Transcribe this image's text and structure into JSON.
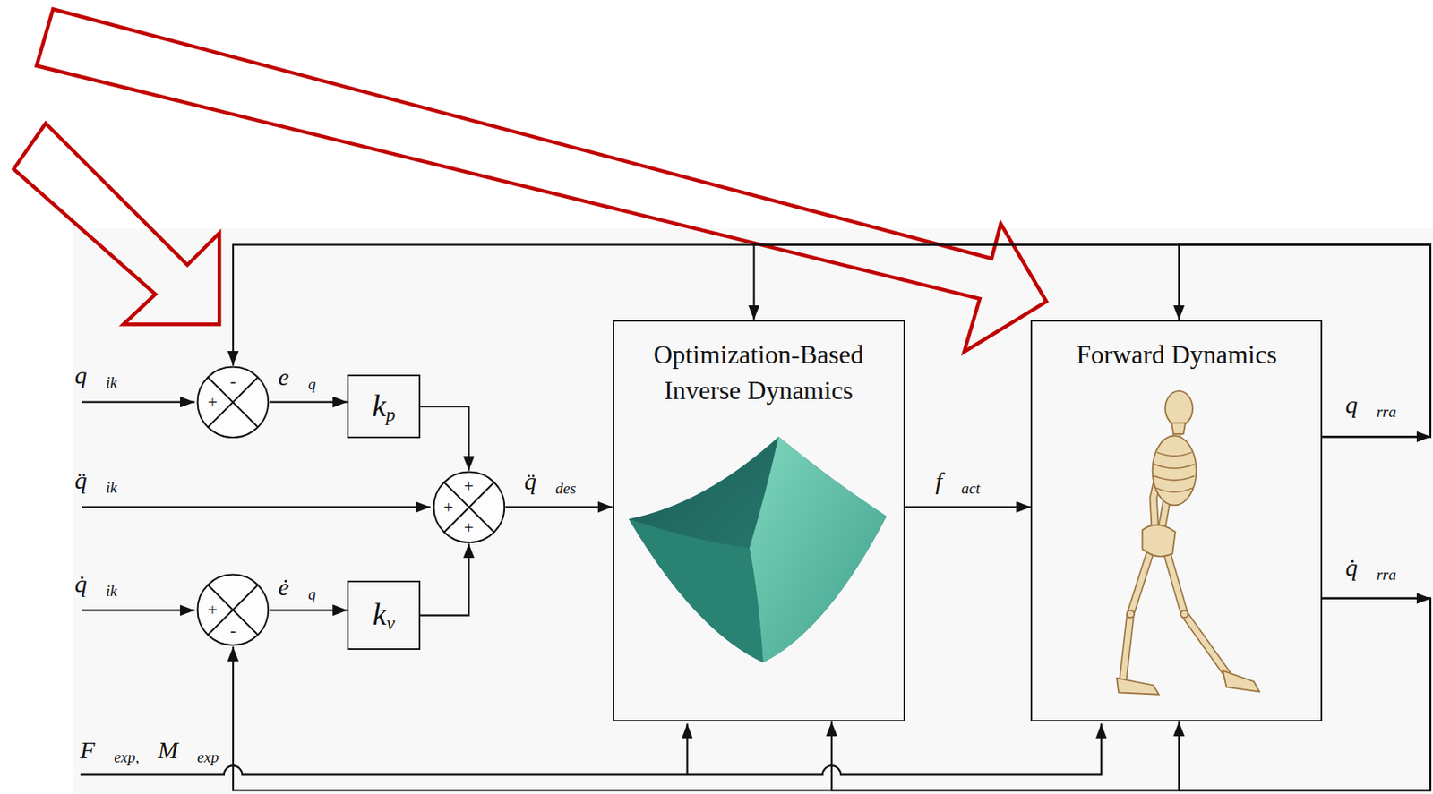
{
  "diagram": {
    "nodes": [
      {
        "text": [
          "-",
          "+"
        ]
      },
      {
        "text": [
          "kp"
        ]
      },
      {
        "text": [
          "+",
          "+",
          "+"
        ]
      },
      {
        "text": [
          "Optimization-Based Inverse Dynamics"
        ]
      },
      {
        "text": [
          "Forward Dynamics"
        ]
      },
      {
        "text": [
          "+",
          "-"
        ]
      },
      {
        "text": [
          "kv"
        ]
      }
    ],
    "edges": [
      {
        "from": 0,
        "to": 1,
        "arrow": "to",
        "label": "e⃗q"
      },
      {
        "from": 1,
        "to": 2,
        "arrow": "to"
      },
      {
        "from": 2,
        "to": 3,
        "arrow": "to",
        "label": "q̈⃗des"
      },
      {
        "from": 3,
        "to": 4,
        "arrow": "to",
        "label": "f⃗act"
      },
      {
        "from": 5,
        "to": 6,
        "arrow": "to",
        "label": "ė⃗q"
      },
      {
        "from": 6,
        "to": 2,
        "arrow": "to"
      },
      {
        "from": 4,
        "to": 0,
        "arrow": "to"
      },
      {
        "from": 4,
        "to": 3,
        "arrow": "to"
      },
      {
        "from": 4,
        "to": 4,
        "arrow": "to"
      },
      {
        "from": 4,
        "to": 5,
        "arrow": "to"
      },
      {
        "from": 4,
        "to": 3,
        "arrow": "to"
      },
      {
        "from": 4,
        "to": 4,
        "arrow": "to"
      }
    ],
    "labels": [
      "q⃗ik",
      "q̈⃗ik",
      "q̇⃗ik",
      "F⃗exp,",
      "M⃗exp",
      "q⃗rra",
      "q̇⃗rra"
    ]
  }
}
